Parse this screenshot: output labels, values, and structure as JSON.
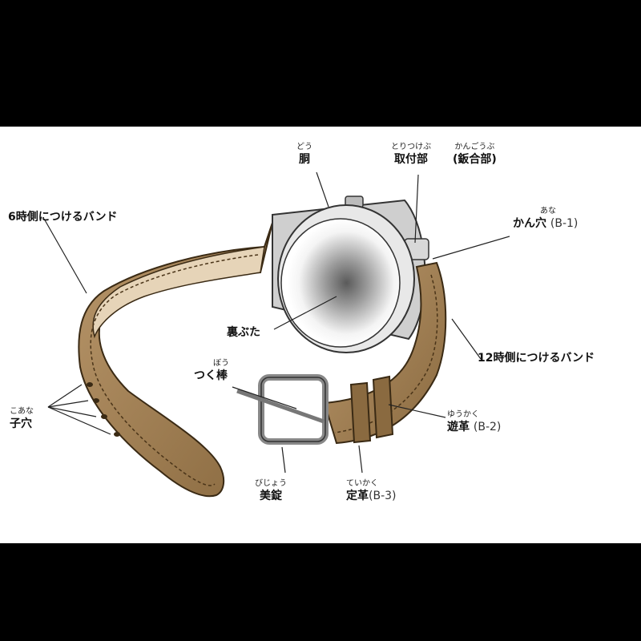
{
  "colors": {
    "background": "#000000",
    "panel": "#ffffff",
    "band_brown": "#a9875a",
    "band_dark": "#7a5a34",
    "stitch": "#4a3418",
    "metal": "#d9d9d9"
  },
  "labels": {
    "dou": {
      "ruby": "どう",
      "text": "胴"
    },
    "toritsukebu": {
      "ruby": "とりつけぶ",
      "text": "取付部"
    },
    "kangoubu": {
      "ruby": "かんごうぶ",
      "text": "(鈑合部)"
    },
    "kan_ana": {
      "ruby": "あな",
      "text": "かん穴",
      "code": "(B-1)"
    },
    "band_6": {
      "text": "6時側につけるバンド"
    },
    "band_12": {
      "text": "12時側につけるバンド"
    },
    "urabuta": {
      "text": "裏ぶた"
    },
    "tsukubou": {
      "ruby": "ぼう",
      "text": "つく棒"
    },
    "koana": {
      "ruby": "こあな",
      "text": "子穴"
    },
    "yuukaku": {
      "ruby": "ゆうかく",
      "text": "遊革",
      "code": "(B-2)"
    },
    "bijou": {
      "ruby": "びじょう",
      "text": "美錠"
    },
    "teikaku": {
      "ruby": "ていかく",
      "text": "定革",
      "code": "(B-3)"
    }
  }
}
